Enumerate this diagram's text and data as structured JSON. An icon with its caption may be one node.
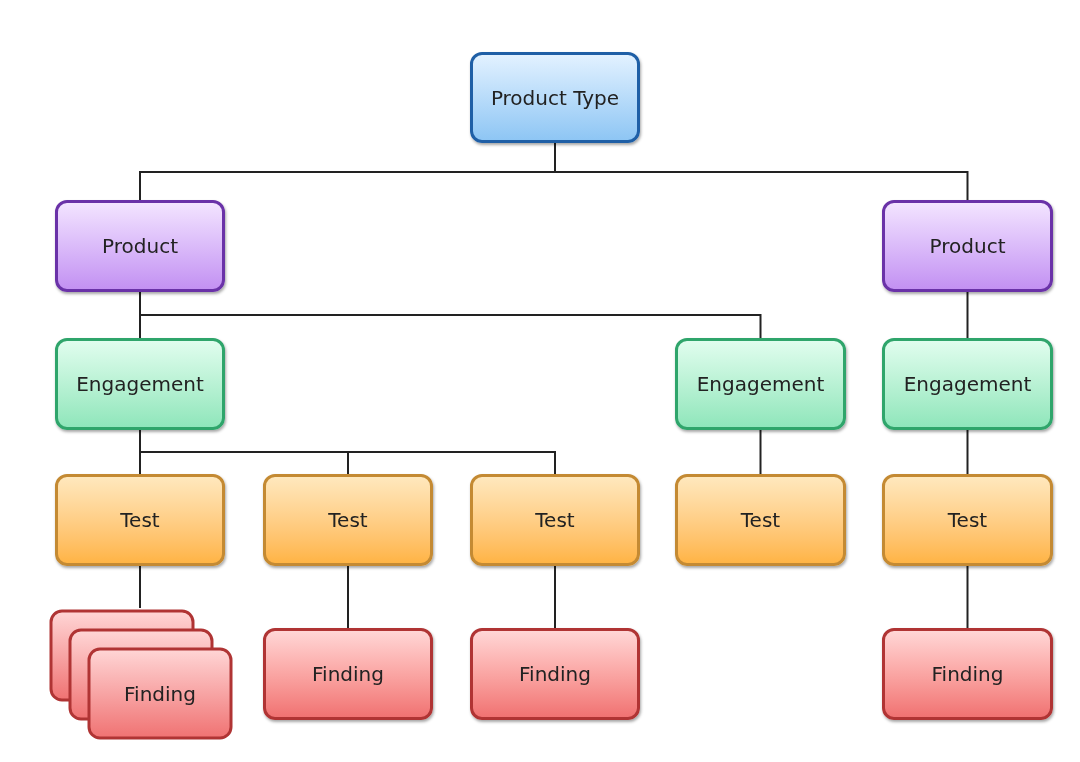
{
  "diagram": {
    "nodes": [
      {
        "text": [
          "Product Type"
        ]
      },
      {
        "text": [
          "Product"
        ]
      },
      {
        "text": [
          "Product"
        ]
      },
      {
        "text": [
          "Engagement"
        ]
      },
      {
        "text": [
          "Engagement"
        ]
      },
      {
        "text": [
          "Engagement"
        ]
      },
      {
        "text": [
          "Test"
        ]
      },
      {
        "text": [
          "Test"
        ]
      },
      {
        "text": [
          "Test"
        ]
      },
      {
        "text": [
          "Test"
        ]
      },
      {
        "text": [
          "Test"
        ]
      },
      {
        "text": [
          "Finding"
        ]
      },
      {
        "text": [
          "Finding"
        ]
      },
      {
        "text": [
          "Finding"
        ]
      },
      {
        "text": [
          "Finding"
        ]
      }
    ],
    "edges": [
      {
        "from": 0,
        "to": 1,
        "arrow": "none"
      },
      {
        "from": 0,
        "to": 2,
        "arrow": "none"
      },
      {
        "from": 1,
        "to": 3,
        "arrow": "none"
      },
      {
        "from": 1,
        "to": 4,
        "arrow": "none"
      },
      {
        "from": 2,
        "to": 5,
        "arrow": "none"
      },
      {
        "from": 3,
        "to": 6,
        "arrow": "none"
      },
      {
        "from": 3,
        "to": 7,
        "arrow": "none"
      },
      {
        "from": 3,
        "to": 8,
        "arrow": "none"
      },
      {
        "from": 4,
        "to": 9,
        "arrow": "none"
      },
      {
        "from": 5,
        "to": 10,
        "arrow": "none"
      },
      {
        "from": 6,
        "to": 11,
        "arrow": "none"
      },
      {
        "from": 7,
        "to": 12,
        "arrow": "none"
      },
      {
        "from": 8,
        "to": 13,
        "arrow": "none"
      },
      {
        "from": 10,
        "to": 14,
        "arrow": "none"
      }
    ]
  }
}
